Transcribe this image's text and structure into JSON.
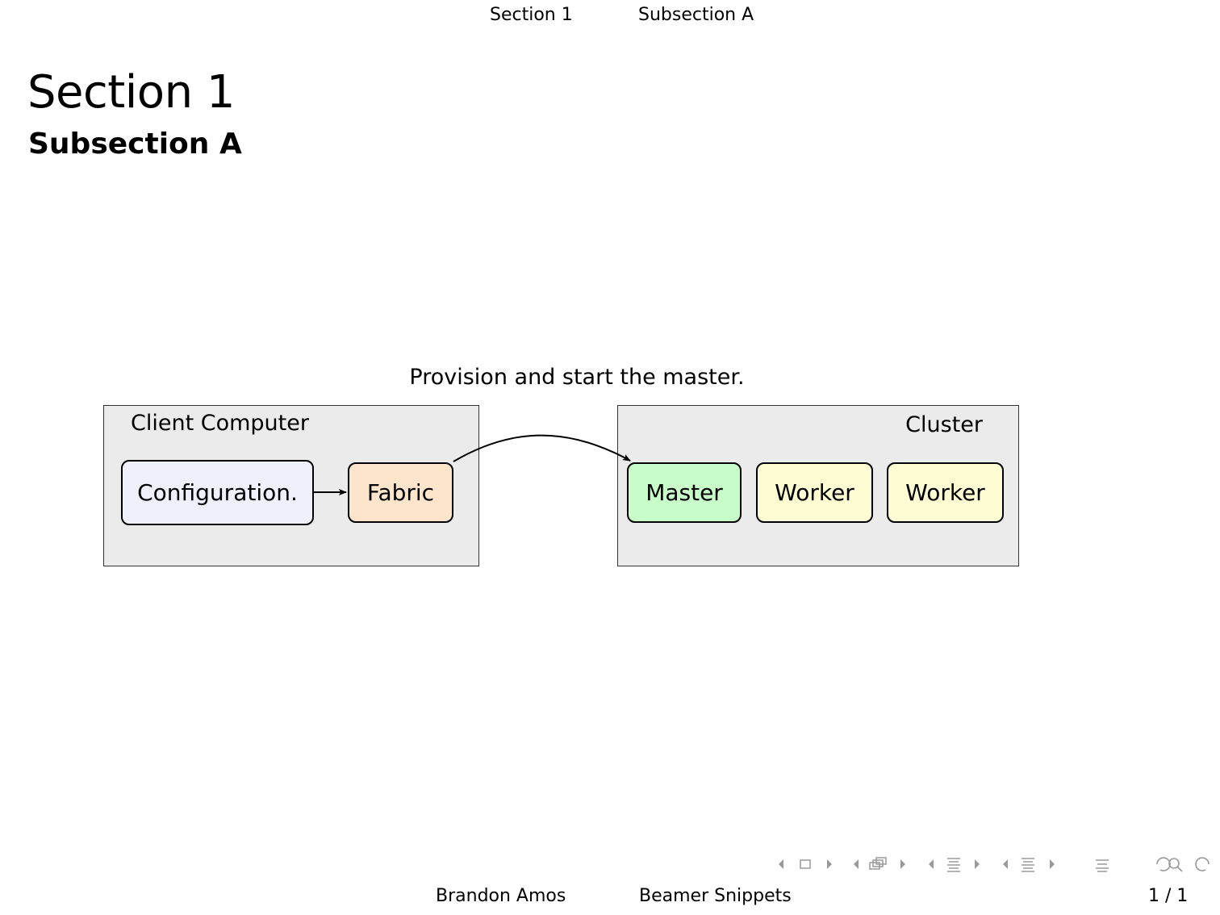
{
  "headline": {
    "section": "Section 1",
    "subsection": "Subsection A"
  },
  "frame": {
    "title": "Section 1",
    "subtitle": "Subsection A"
  },
  "diagram": {
    "caption": "Provision and start the master.",
    "client_label": "Client Computer",
    "cluster_label": "Cluster",
    "nodes": {
      "config": "Configuration.",
      "fabric": "Fabric",
      "master": "Master",
      "worker1": "Worker",
      "worker2": "Worker"
    }
  },
  "footline": {
    "author": "Brandon Amos",
    "title": "Beamer Snippets",
    "page": "1 / 1"
  },
  "colors": {
    "config": "#f0f0fc",
    "fabric": "#fde5cc",
    "master": "#c8fcc8",
    "worker": "#fefcd2",
    "group": "#ebebeb"
  },
  "nav_icons": [
    "nav-prev-frame-icon",
    "nav-frame-icon",
    "nav-next-frame-icon",
    "nav-prev-subsection-icon",
    "nav-subsection-icon",
    "nav-next-subsection-icon",
    "nav-prev-section-icon",
    "nav-section-icon",
    "nav-next-section-icon",
    "nav-prev-doc-icon",
    "nav-doc-icon",
    "nav-next-doc-icon",
    "nav-toc-icon",
    "nav-back-icon",
    "nav-search-icon",
    "nav-forward-icon"
  ]
}
